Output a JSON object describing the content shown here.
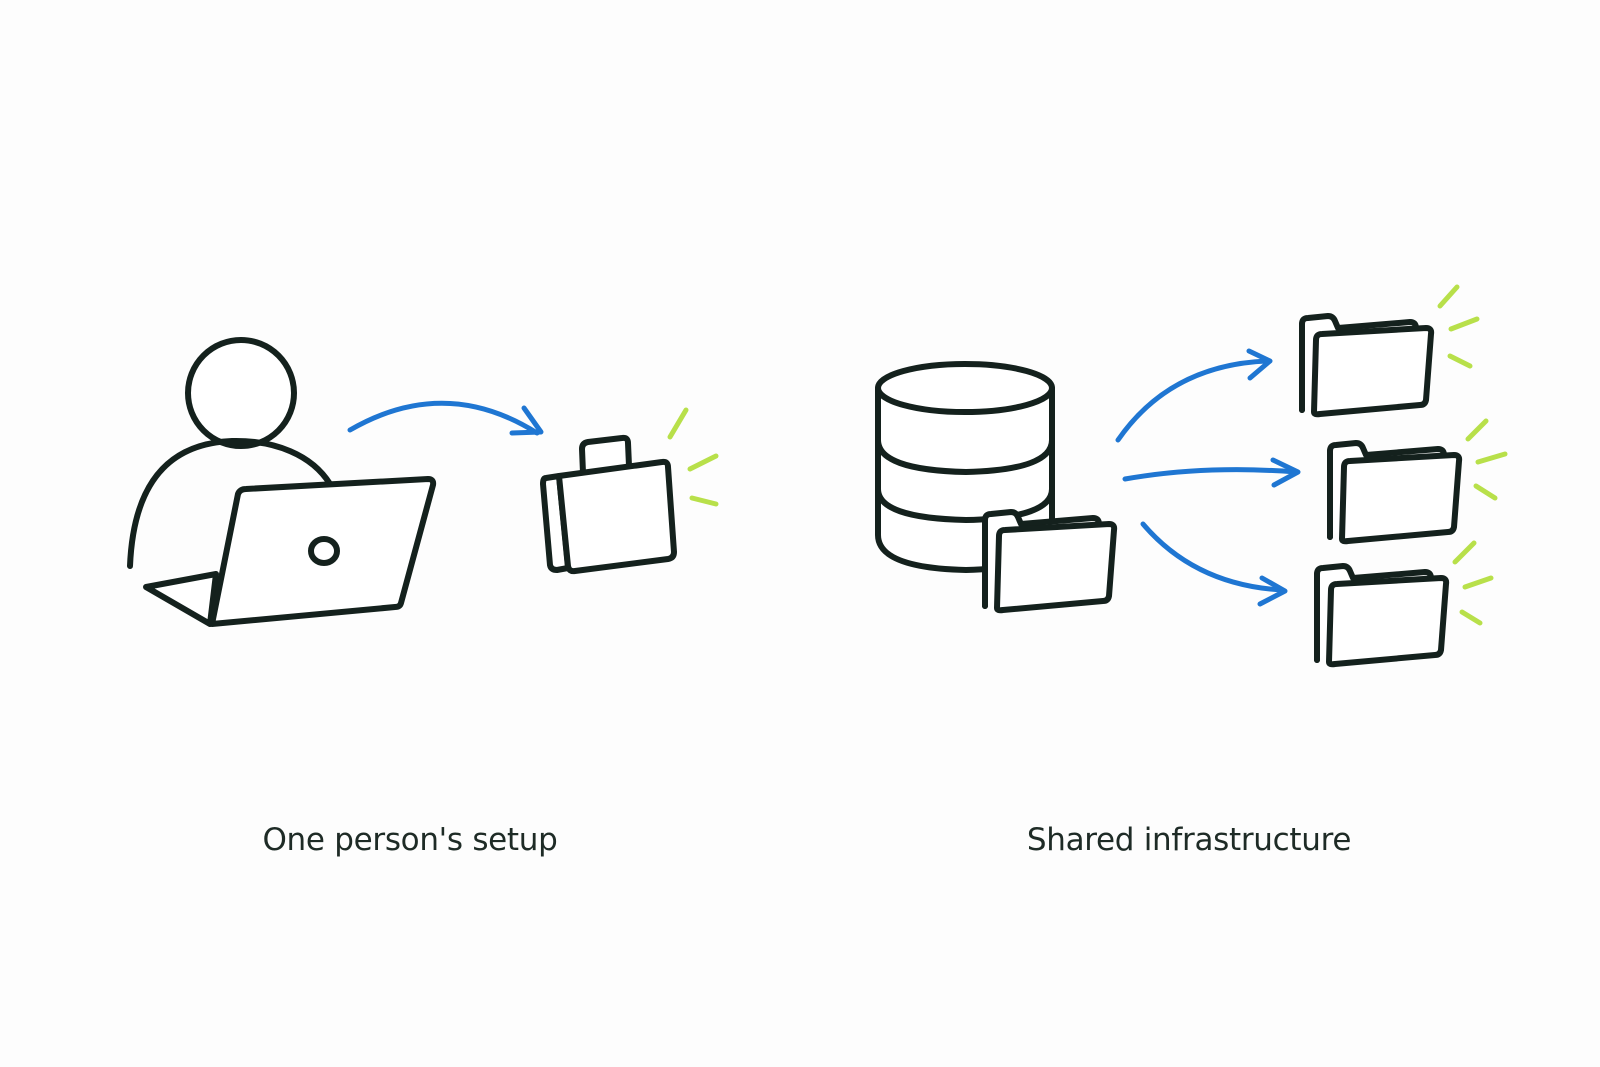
{
  "panels": [
    {
      "id": "personal",
      "caption": "One person's setup",
      "icons": [
        "person-icon",
        "laptop-icon",
        "arrow-icon",
        "briefcase-icon",
        "sparkle-icon"
      ]
    },
    {
      "id": "shared",
      "caption": "Shared infrastructure",
      "icons": [
        "database-icon",
        "folder-icon",
        "arrow-icon",
        "folder-icon",
        "sparkle-icon"
      ]
    }
  ],
  "colors": {
    "stroke": "#14211d",
    "arrow": "#1f76d2",
    "sparkle": "#b8e04a",
    "caption": "#1e2b26",
    "background": "#fdfdfd"
  }
}
